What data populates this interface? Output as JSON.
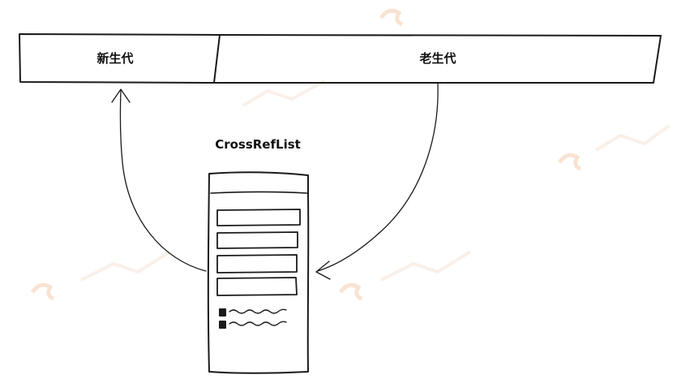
{
  "diagram": {
    "young_gen_label": "新生代",
    "old_gen_label": "老生代",
    "cross_ref_list_label": "CrossRefList"
  },
  "colors": {
    "stroke": "#1a1a1a",
    "watermark": "#f1dcc9"
  }
}
